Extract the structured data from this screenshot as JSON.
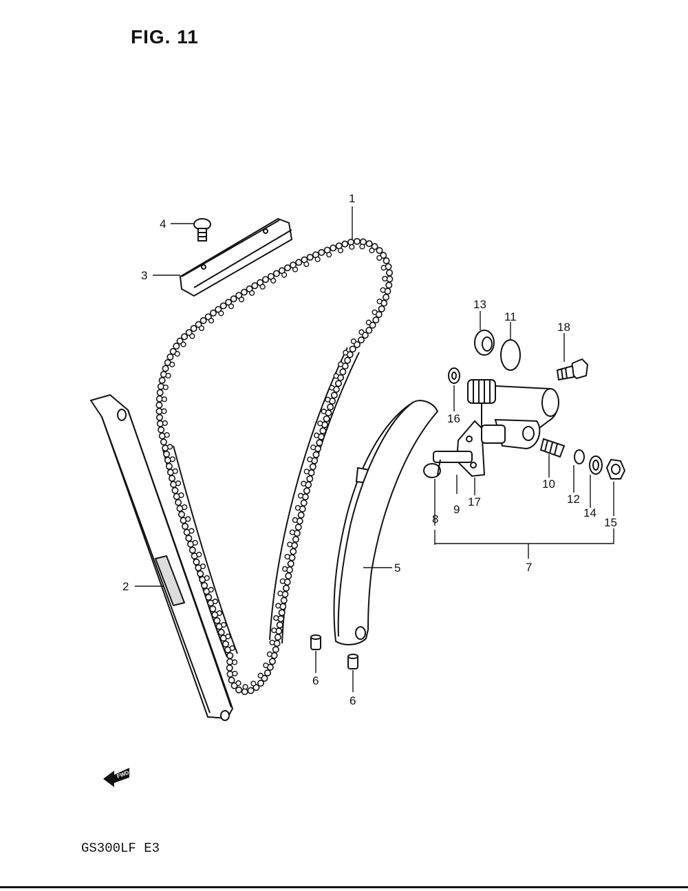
{
  "figure": {
    "title": "FIG. 11"
  },
  "model_code": "GS300LF  E3",
  "fwd_arrow_label": "FWD",
  "callouts": {
    "c1": "1",
    "c2": "2",
    "c3": "3",
    "c4": "4",
    "c5": "5",
    "c6a": "6",
    "c6b": "6",
    "c7": "7",
    "c8": "8",
    "c9": "9",
    "c10": "10",
    "c11": "11",
    "c12": "12",
    "c13": "13",
    "c14": "14",
    "c15": "15",
    "c16": "16",
    "c17": "17",
    "c18": "18"
  }
}
